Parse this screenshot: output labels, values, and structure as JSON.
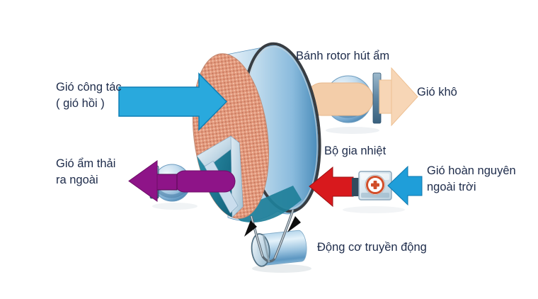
{
  "diagram": {
    "type": "desiccant-rotor-dehumidifier-schematic",
    "labels": {
      "working_air_line1": "Gió công tác",
      "working_air_line2": "( gió hồi )",
      "rotor_wheel": "Bánh rotor hút ẩm",
      "dry_air": "Gió khô",
      "moist_exhaust_line1": "Gió ẩm thải",
      "moist_exhaust_line2": "ra ngoài",
      "heater": "Bộ gia nhiệt",
      "regen_air_line1": "Gió hoàn nguyên",
      "regen_air_line2": "ngoài trời",
      "drive_motor": "Động cơ truyền động"
    },
    "colors": {
      "working_air_arrow": "#29a9dd",
      "dry_air_arrow": "#f6d5b5",
      "moist_exhaust_arrow": "#8e1488",
      "heater_arrow": "#d8191d",
      "regen_air_arrow": "#1f9ed9",
      "rotor_face": "#e39a7e",
      "rotor_body": "#8cbcdd",
      "regen_sector": "#1a7b96",
      "heater_plus": "#d14e2a",
      "belt": "#383d42",
      "label_text": "#1d2b4a",
      "background": "#ffffff"
    }
  }
}
